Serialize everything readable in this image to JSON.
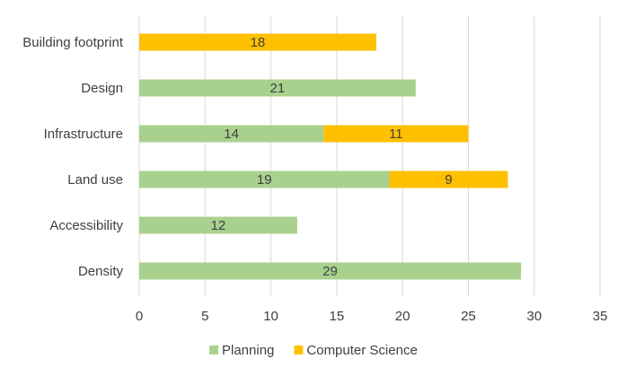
{
  "chart_data": {
    "type": "bar",
    "orientation": "horizontal",
    "stacked": true,
    "categories": [
      "Building footprint",
      "Design",
      "Infrastructure",
      "Land use",
      "Accessibility",
      "Density"
    ],
    "series": [
      {
        "name": "Planning",
        "color": "#A9D18E",
        "values": [
          0,
          21,
          14,
          19,
          12,
          29
        ]
      },
      {
        "name": "Computer Science",
        "color": "#FFC000",
        "values": [
          18,
          0,
          11,
          9,
          0,
          0
        ]
      }
    ],
    "title": "",
    "xlabel": "",
    "ylabel": "",
    "xlim": [
      0,
      35
    ],
    "xticks": [
      0,
      5,
      10,
      15,
      20,
      25,
      30,
      35
    ],
    "grid": true,
    "legend_position": "bottom",
    "data_labels": true
  }
}
